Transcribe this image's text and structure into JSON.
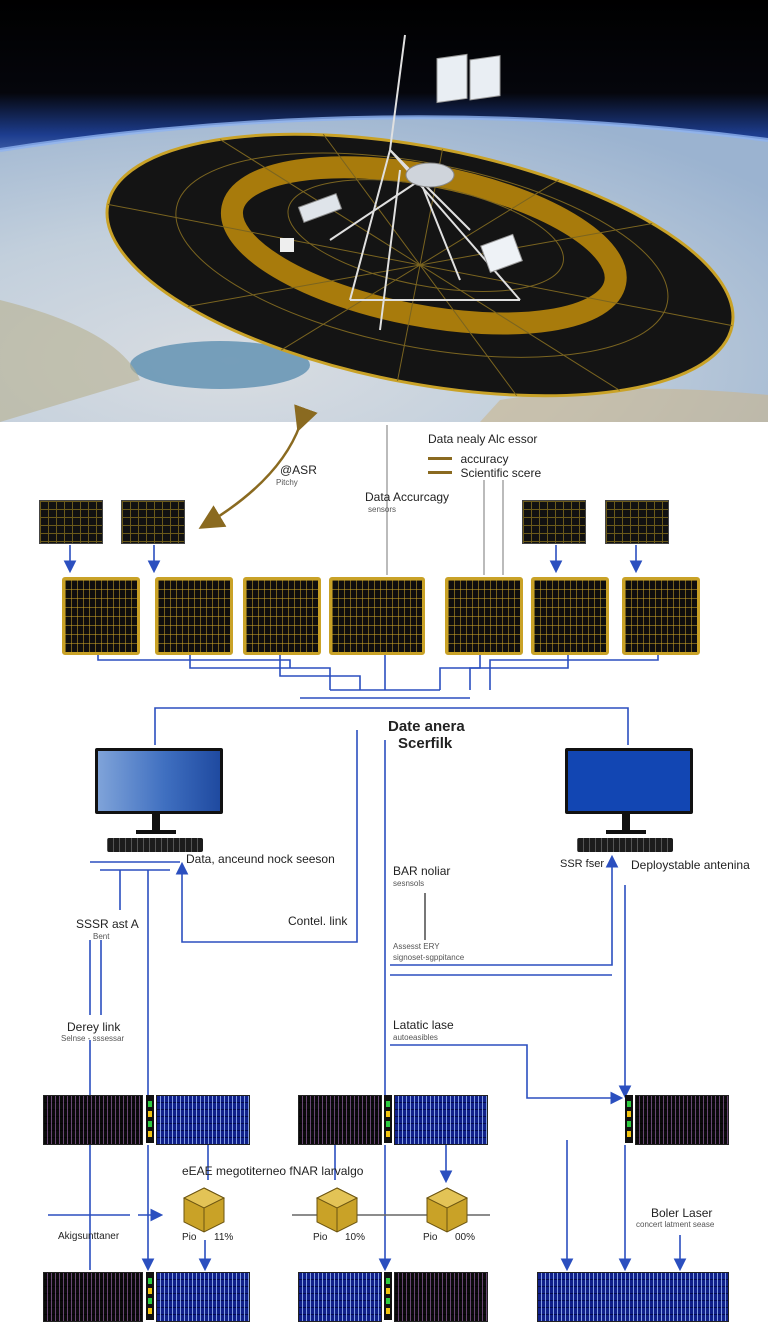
{
  "legend": {
    "title": "Data nealy Alc essor",
    "items": [
      "accuracy",
      "Scientific scere"
    ]
  },
  "labels": {
    "top_left": "@ASR",
    "top_left_sub": "Pitchy",
    "data_accuracy": "Data Accurcagy",
    "data_accuracy_sub": "sensors",
    "center_title_1": "Date anera",
    "center_title_2": "Scerfilk",
    "left_monitor": "Data, anceund nock seeson",
    "right_monitor_a": "SSR fser",
    "right_monitor_b": "Deploystable antenina",
    "bar_noliar": "BAR noliar",
    "bar_noliar_sub": "sesnsols",
    "control_link": "Contel. link",
    "left_mid": "SSSR ast A",
    "left_mid_sub": "Bent",
    "annotation_a": "Assesst ERY",
    "annotation_b": "signoset-sgppitance",
    "latatic_lase": "Latatic lase",
    "latatic_lase_sub": "autoeasibles",
    "derey_link": "Derey link",
    "derey_link_sub": "Selnse - sssessar",
    "modules_title": "eEAE megotiterneo fNAR larvalgo",
    "left_bottom": "Akigsunttaner",
    "pct_1_prefix": "Pio",
    "pct_1": "11%",
    "pct_2_prefix": "Pio",
    "pct_2": "10%",
    "pct_3_prefix": "Pio",
    "pct_3": "00%",
    "boler_laser": "Boler Laser",
    "boler_laser_sub": "concert latment sease"
  },
  "colors": {
    "wire": "#2b4fbf",
    "gold": "#c9a227",
    "arrow": "#8a6a20",
    "monitor_left": "#3f6fc0",
    "monitor_right": "#1246b3"
  },
  "icons": {
    "satellite": "satellite-icon",
    "monitor": "computer-monitor-icon",
    "cube": "cube-module-icon",
    "circuit": "circuit-board-icon",
    "rack": "server-rack-icon"
  }
}
